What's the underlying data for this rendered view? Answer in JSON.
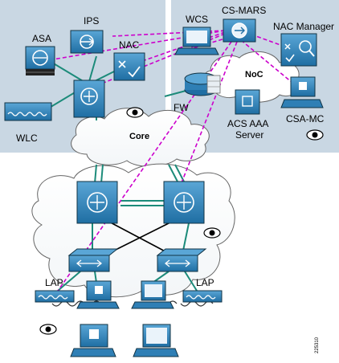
{
  "labels": {
    "ips": "IPS",
    "asa": "ASA",
    "nac": "NAC",
    "wlc": "WLC",
    "core": "Core",
    "fw": "FW",
    "wcs": "WCS",
    "cs_mars": "CS-MARS",
    "nac_manager": "NAC Manager",
    "noc": "NoC",
    "acs_line1": "ACS AAA",
    "acs_line2": "Server",
    "csa_mc": "CSA-MC",
    "lap_left": "LAP",
    "lap_right": "LAP",
    "figure_id": "225310"
  },
  "colors": {
    "panel_bg": "#c9d7e3",
    "device_blue": "#2f7fb5",
    "link_teal": "#1c8b7a",
    "mgmt_dashed": "#cc00cc",
    "cross_links": "#000000"
  },
  "icons": [
    "eye-icon",
    "firewall-icon",
    "switch-icon",
    "router-icon",
    "laptop-icon",
    "access-point-icon"
  ]
}
